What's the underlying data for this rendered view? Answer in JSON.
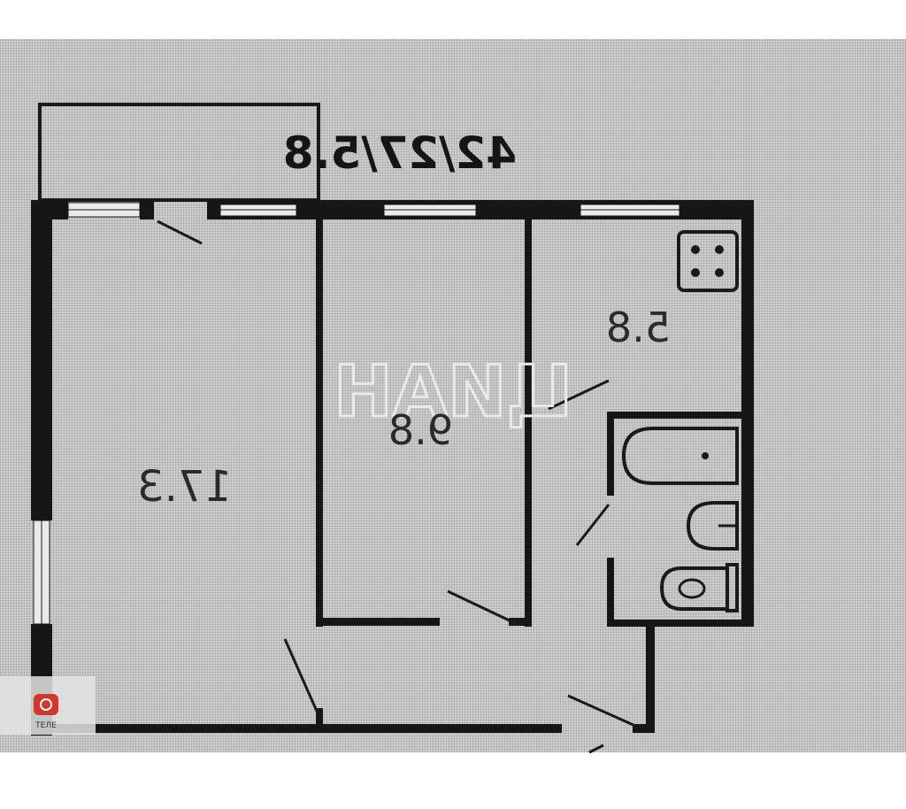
{
  "plan": {
    "total_label": "42/27/5.8",
    "rooms": [
      {
        "label": "17.3"
      },
      {
        "label": "9.8"
      },
      {
        "label": "5.8"
      }
    ],
    "watermark": "ЦИАН",
    "corner_logo_text": "ТЕЛЕ"
  },
  "colors": {
    "wall": "#161616",
    "background": "#cfcfcf",
    "logo": "#d2372c"
  }
}
